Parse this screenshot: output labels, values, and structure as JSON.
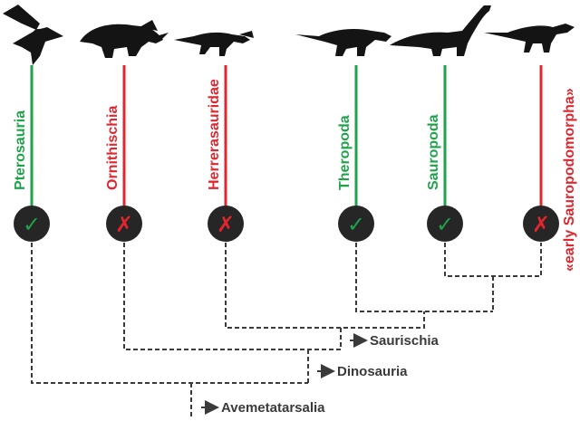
{
  "colors": {
    "present": "#1fa34a",
    "absent": "#e0262e",
    "silhouette": "#141414",
    "node_circle": "#262626",
    "tree_line": "#3a3a3a"
  },
  "taxa": [
    {
      "name": "Pterosauria",
      "status": "present",
      "mark": "✓",
      "silhouette": "pterosaur-silhouette"
    },
    {
      "name": "Ornithischia",
      "status": "absent",
      "mark": "✗",
      "silhouette": "ceratopsian-silhouette"
    },
    {
      "name": "Herrerasauridae",
      "status": "absent",
      "mark": "✗",
      "silhouette": "herrerasaur-silhouette"
    },
    {
      "name": "Theropoda",
      "status": "present",
      "mark": "✓",
      "silhouette": "theropod-silhouette"
    },
    {
      "name": "Sauropoda",
      "status": "present",
      "mark": "✓",
      "silhouette": "sauropod-silhouette"
    },
    {
      "name": "«early Sauropodomorpha»",
      "status": "absent",
      "mark": "✗",
      "silhouette": "sauropodomorph-silhouette"
    }
  ],
  "nodes": {
    "saurischia": "Saurischia",
    "dinosauria": "Dinosauria",
    "avemetatarsalia": "Avemetatarsalia"
  }
}
